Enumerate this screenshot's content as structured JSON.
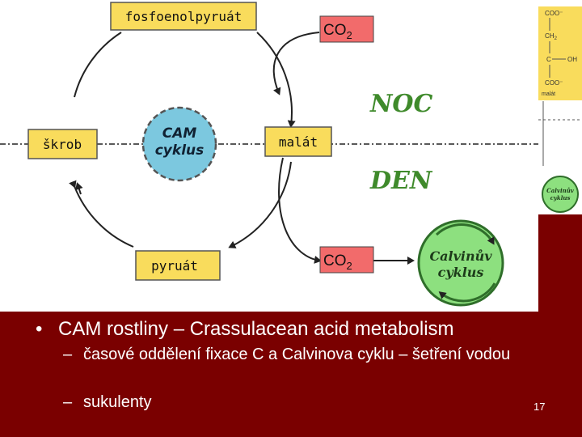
{
  "boxes": {
    "pep": "fosfoenolpyruát",
    "starch": "škrob",
    "malate": "malát",
    "pyruvate": "pyruát"
  },
  "co2": {
    "base": "CO",
    "sub": "2"
  },
  "labels": {
    "night": "NOC",
    "day": "DEN",
    "cam_line1": "CAM",
    "cam_line2": "cyklus",
    "calvin_line1": "Calvinův",
    "calvin_line2": "cyklus"
  },
  "side": {
    "coo1": "COO⁻",
    "ch2": "CH",
    "ch2_sub": "2",
    "c": "C",
    "oh": "OH",
    "coo2": "COO⁻",
    "malat": "malát",
    "calvin1": "Calvinův",
    "calvin2": "cyklus"
  },
  "bullets": {
    "main": "CAM rostliny – Crassulacean acid metabolism",
    "sub1": "časové oddělení fixace C a Calvinova cyklu – šetření vodou",
    "sub2": "sukulenty",
    "bullet_char": "•",
    "dash_char": "–"
  },
  "page_number": "17",
  "colors": {
    "box_yellow": "#f9dc5c",
    "co2_red": "#f26b6b",
    "cam_blue": "#7cc8df",
    "calvin_green": "#8de07f",
    "day_night_text": "#3f8a2b",
    "background": "#7a0000"
  }
}
